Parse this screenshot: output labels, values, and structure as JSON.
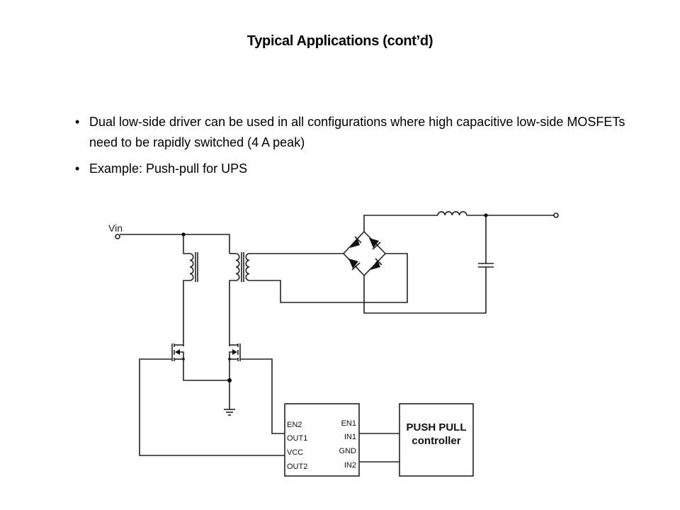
{
  "slide": {
    "title": "Typical Applications (cont’d)",
    "bullets": [
      {
        "marker": "•",
        "text": "Dual low-side driver can be used in all configurations where high capacitive low-side MOSFETs need to be rapidly switched (4 A peak)"
      },
      {
        "marker": "•",
        "text": "Example: Push-pull for UPS"
      }
    ]
  },
  "schematic": {
    "input_label": "Vin",
    "driver_ic": {
      "left_pins": [
        "EN2",
        "OUT1",
        "VCC",
        "OUT2"
      ],
      "right_pins": [
        "EN1",
        "IN1",
        "GND",
        "IN2"
      ]
    },
    "controller": {
      "line1": "PUSH PULL",
      "line2": "controller"
    },
    "components": [
      "input-terminal",
      "primary-inductor",
      "transformer",
      "diode-bridge",
      "output-inductor",
      "output-capacitor",
      "output-terminal",
      "mosfet-left",
      "mosfet-right",
      "ground",
      "driver-ic",
      "push-pull-controller"
    ]
  }
}
